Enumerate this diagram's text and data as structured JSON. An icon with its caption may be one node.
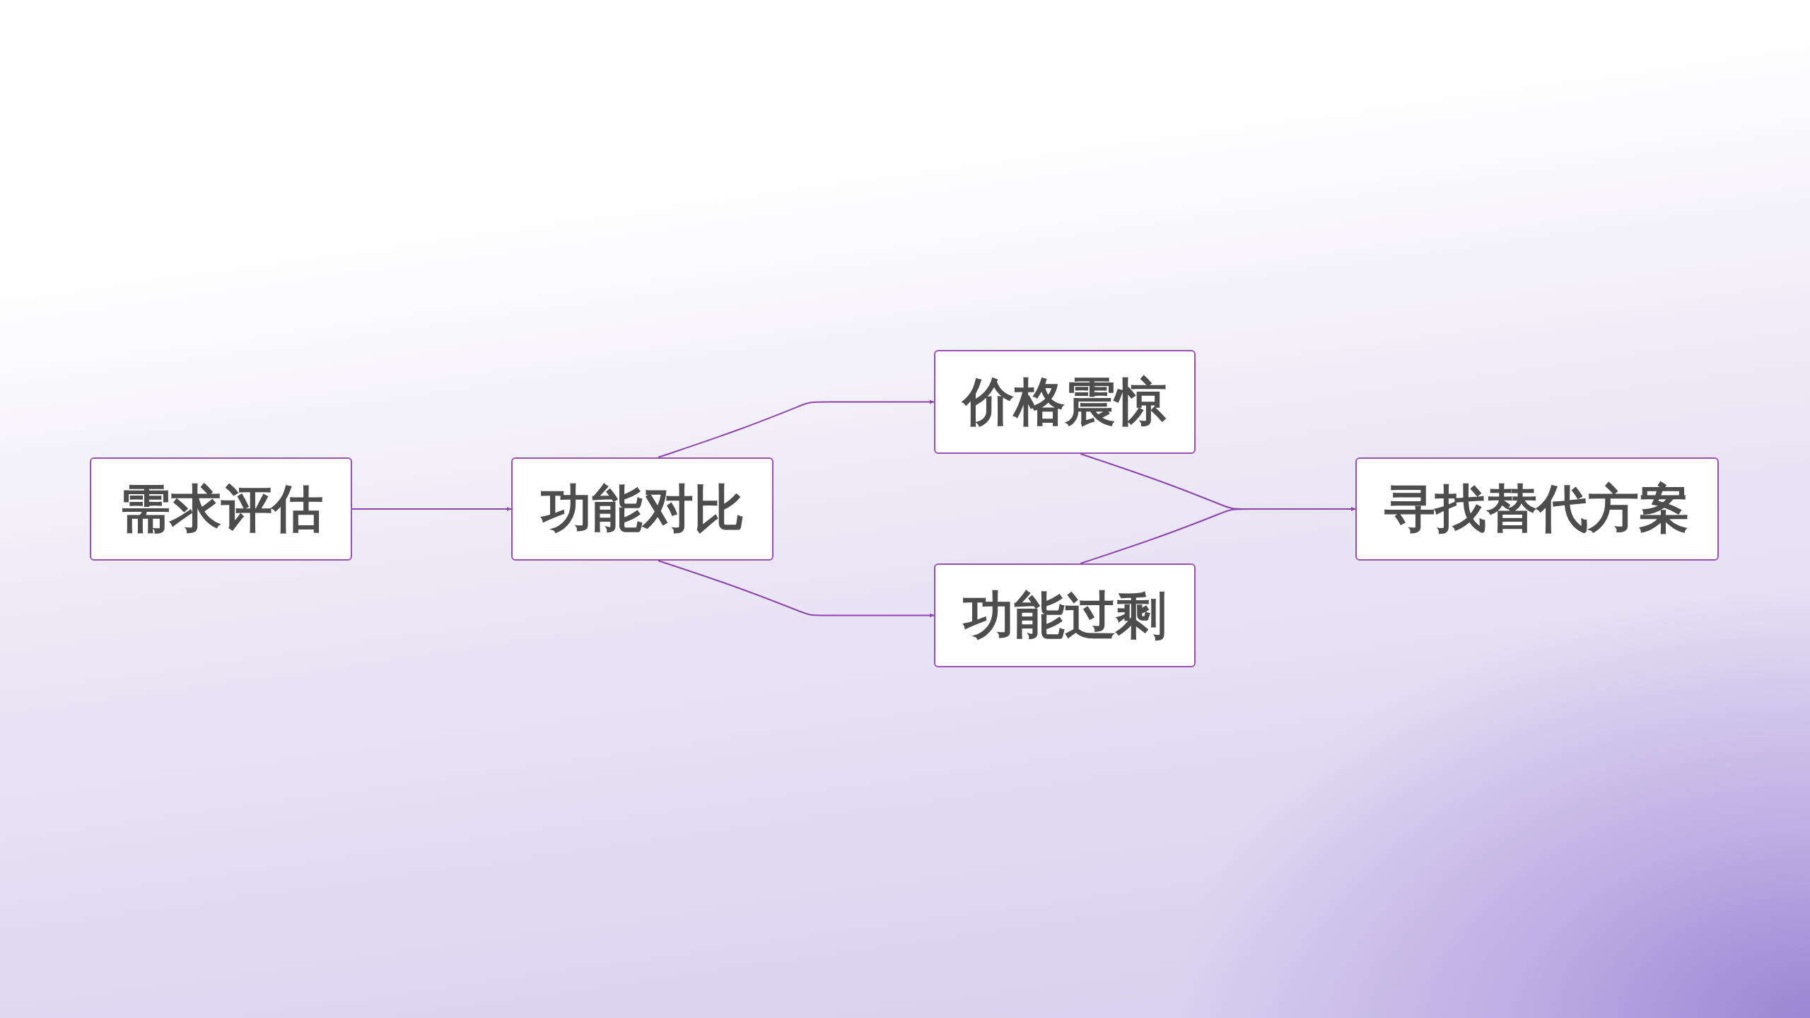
{
  "diagram": {
    "nodes": [
      {
        "text": [
          "需求评估"
        ]
      },
      {
        "text": [
          "功能对比"
        ]
      },
      {
        "text": [
          "价格震惊"
        ]
      },
      {
        "text": [
          "功能过剩"
        ]
      },
      {
        "text": [
          "寻找替代方案"
        ]
      }
    ],
    "edges": [
      {
        "from": 0,
        "to": 1,
        "arrow": "to"
      },
      {
        "from": 1,
        "to": 2,
        "arrow": "to"
      },
      {
        "from": 1,
        "to": 3,
        "arrow": "to"
      },
      {
        "from": 2,
        "to": 4,
        "arrow": "to"
      },
      {
        "from": 3,
        "to": 4,
        "arrow": "to"
      }
    ]
  }
}
